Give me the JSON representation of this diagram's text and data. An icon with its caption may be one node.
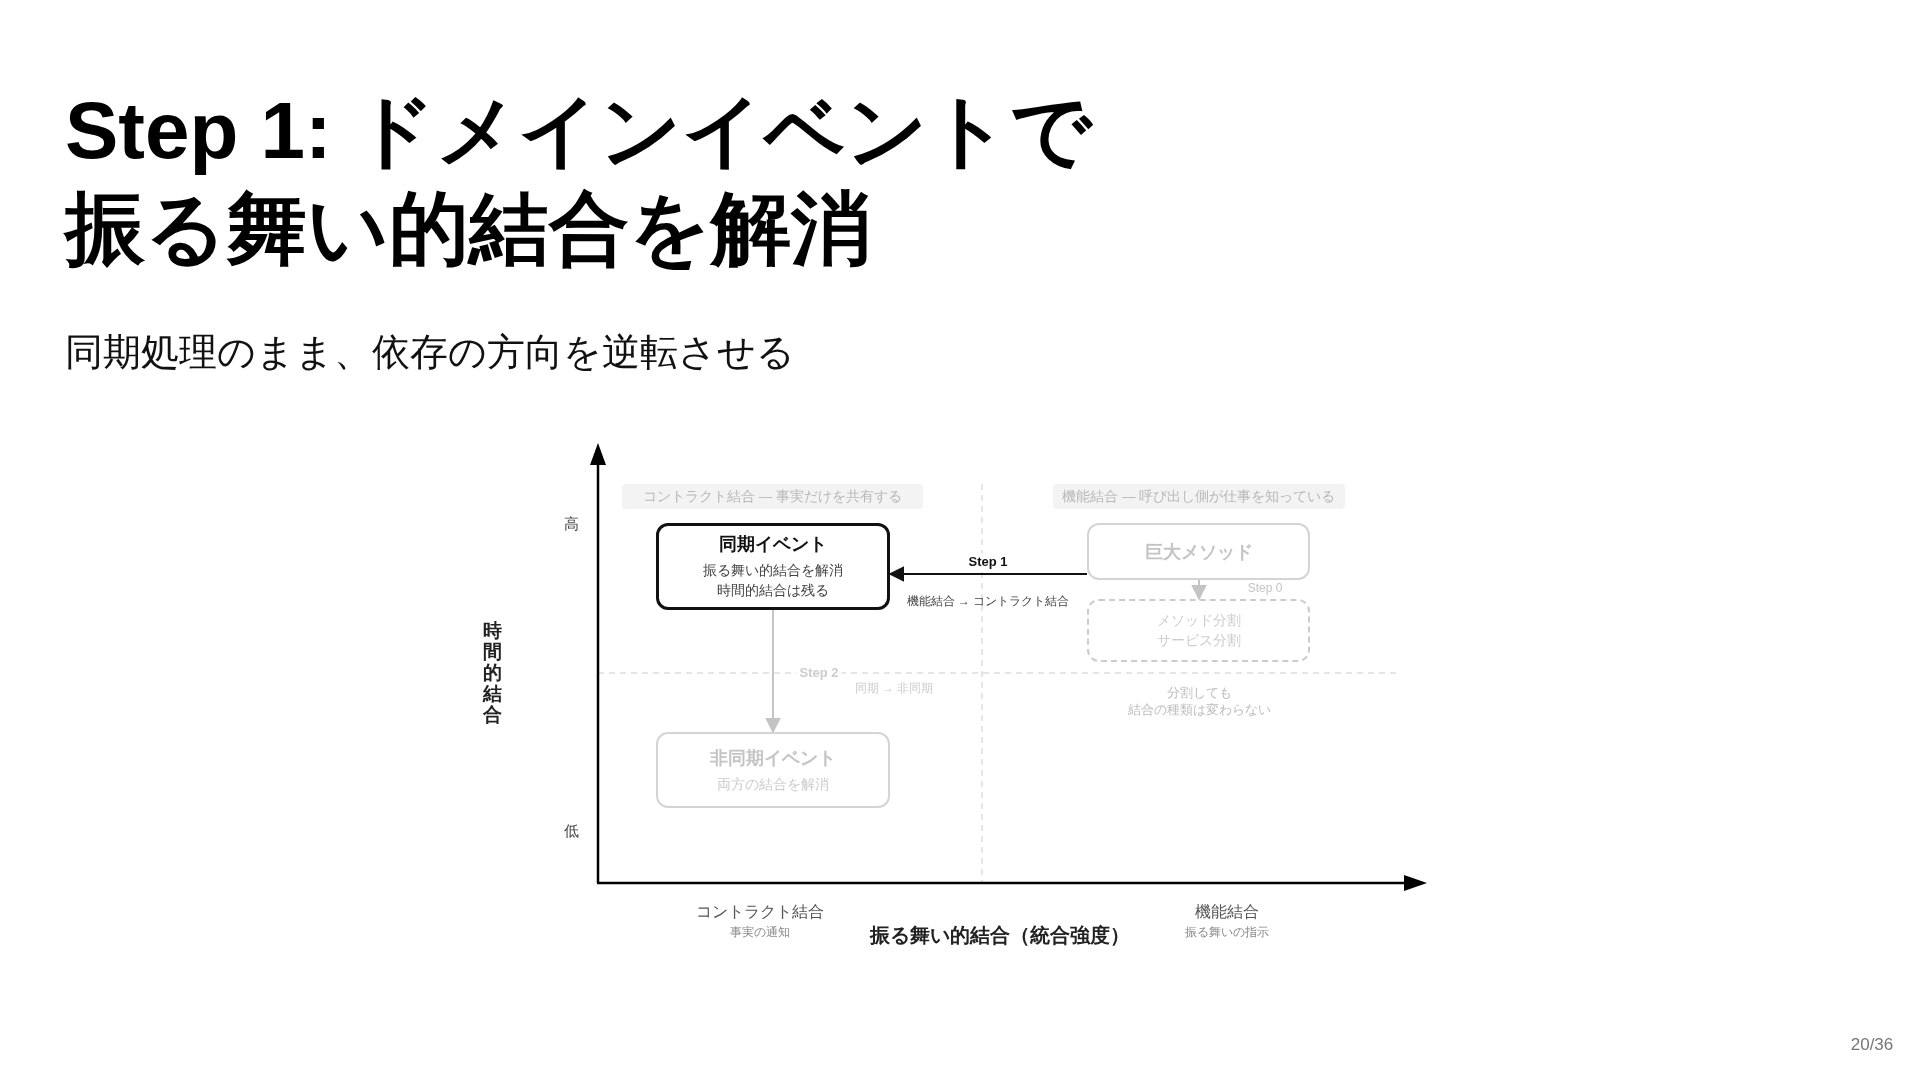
{
  "diagram": {
    "title": "Step 1: ドメインイベントで振る舞い的結合を解消",
    "nodes": [
      {
        "text": [
          "コントラクト結合 — 事実だけを共有する"
        ]
      },
      {
        "text": [
          "機能結合 — 呼び出し側が仕事を知っている"
        ]
      },
      {
        "text": [
          "同期イベント",
          "振る舞い的結合を解消時間的結合は残る"
        ]
      },
      {
        "text": [
          "巨大メソッド"
        ]
      },
      {
        "text": [
          "メソッド分割サービス分割"
        ]
      },
      {
        "text": [
          "非同期イベント",
          "両方の結合を解消"
        ]
      }
    ],
    "edges": [
      {
        "from": 3,
        "to": 2,
        "arrow": "to",
        "label": "Step 1",
        "color": "#111111"
      },
      {
        "from": 3,
        "to": 4,
        "arrow": "to",
        "label": "Step 0"
      },
      {
        "from": 2,
        "to": 5,
        "arrow": "to",
        "label": "Step 2"
      }
    ],
    "labels": [
      "同期処理のまま、依存の方向を逆転させる",
      "高",
      "低",
      "機能結合 → コントラクト結合",
      "同期 → 非同期",
      "分割しても",
      "結合の種類は変わらない",
      "コントラクト結合",
      "事実の通知",
      "機能結合",
      "振る舞いの指示",
      "振る舞い的結合（統合強度）",
      "時間的結合",
      "20/36"
    ]
  }
}
